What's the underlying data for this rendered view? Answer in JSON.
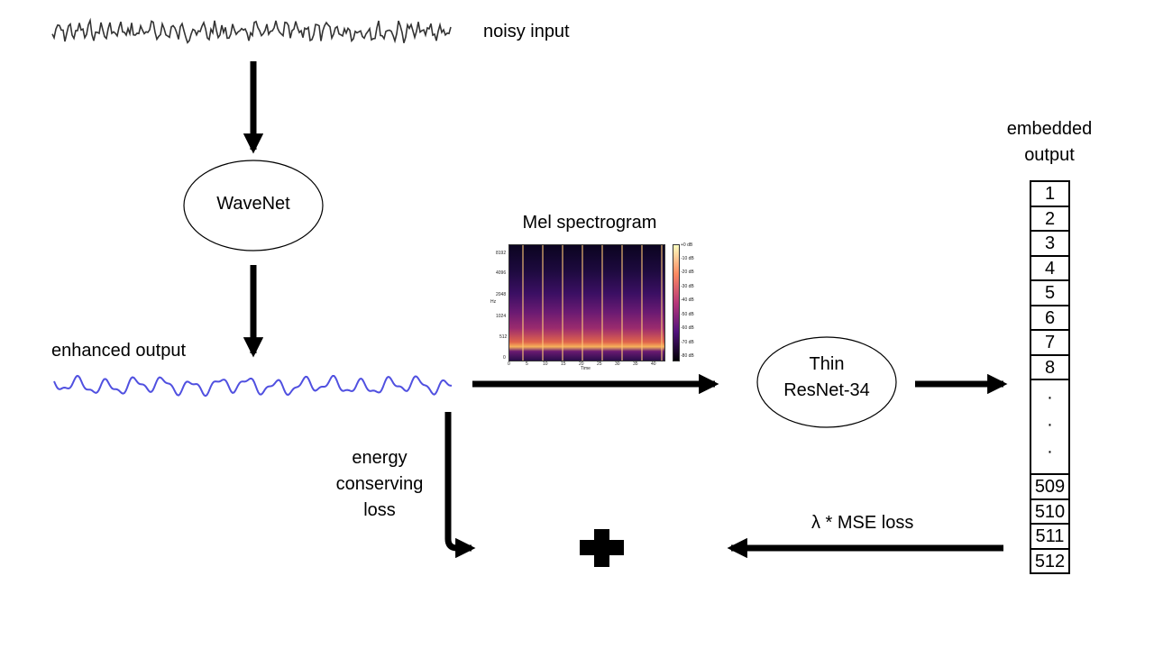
{
  "labels": {
    "noisy_input": "noisy input",
    "wavenet": "WaveNet",
    "enhanced_output": "enhanced output",
    "mel_spectrogram": "Mel spectrogram",
    "thin_resnet_line1": "Thin",
    "thin_resnet_line2": "ResNet-34",
    "embedded_line1": "embedded",
    "embedded_line2": "output",
    "energy_line1": "energy",
    "energy_line2": "conserving",
    "energy_line3": "loss",
    "mse_loss": "λ * MSE loss"
  },
  "embedding_cells": {
    "top": [
      "1",
      "2",
      "3",
      "4",
      "5",
      "6",
      "7",
      "8"
    ],
    "dots": [
      "·",
      "·",
      "·"
    ],
    "bottom": [
      "509",
      "510",
      "511",
      "512"
    ]
  },
  "spectrogram": {
    "y_ticks": [
      "8192",
      "4096",
      "2048",
      "1024",
      "512",
      "0"
    ],
    "x_ticks": [
      "0",
      "5",
      "10",
      "15",
      "20",
      "25",
      "30",
      "35",
      "40"
    ],
    "y_label": "Hz",
    "x_label": "Time",
    "colorbar_ticks": [
      "+0 dB",
      "-10 dB",
      "-20 dB",
      "-30 dB",
      "-40 dB",
      "-50 dB",
      "-60 dB",
      "-70 dB",
      "-80 dB"
    ]
  },
  "colors": {
    "noisy_wave": "#333333",
    "enhanced_wave": "#5050e0",
    "arrows": "#000000"
  }
}
